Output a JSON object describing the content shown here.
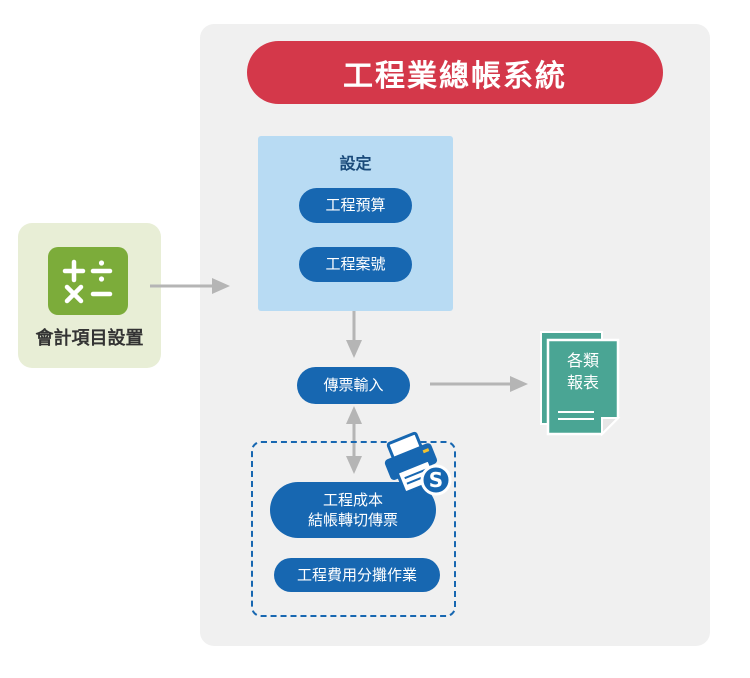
{
  "title": "工程業總帳系統",
  "left_module": {
    "label": "會計項目設置",
    "icon": "calculator-icon"
  },
  "settings": {
    "title": "設定",
    "items": [
      "工程預算",
      "工程案號"
    ]
  },
  "voucher_input": "傳票輸入",
  "batch_group": {
    "items": [
      "工程成本\n結帳轉切傳票",
      "工程費用分攤作業"
    ],
    "icon": "printer-schedule-icon"
  },
  "reports": {
    "label": "各類\n報表",
    "icon": "documents-icon"
  },
  "colors": {
    "banner": "#d4384a",
    "pill": "#1767b1",
    "settings_bg": "#b8dbf3",
    "panel_bg": "#f0f0f0",
    "left_card_bg": "#e8eed6",
    "calc_icon": "#7cac3a",
    "report_doc": "#4aa594",
    "arrow": "#b5b5b5"
  }
}
